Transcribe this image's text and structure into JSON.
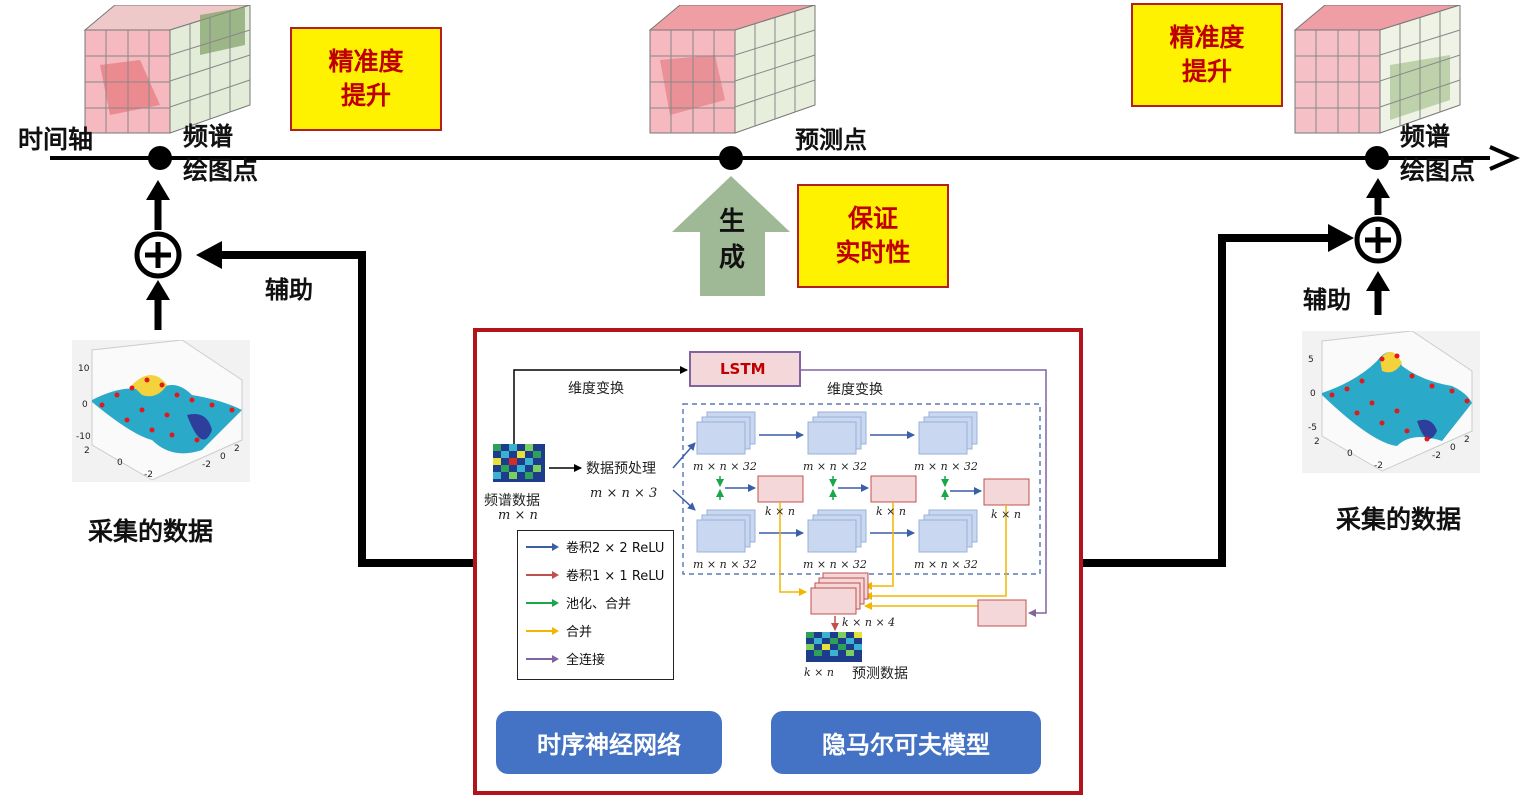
{
  "timeline": {
    "axis_label": "时间轴",
    "predict_point": "预测点"
  },
  "left": {
    "plot_point": "频谱\n绘图点",
    "assist": "辅助",
    "data_caption": "采集的数据"
  },
  "right": {
    "plot_point": "频谱\n绘图点",
    "assist": "辅助",
    "data_caption": "采集的数据"
  },
  "boxes": {
    "accuracy_left": "精准度\n提升",
    "accuracy_right": "精准度\n提升",
    "realtime": "保证\n实时性",
    "generate": "生\n成"
  },
  "model": {
    "lstm": "LSTM",
    "dim_change_1": "维度变换",
    "dim_change_2": "维度变换",
    "preprocess": "数据预处理",
    "preprocess_dim": "m × n × 3",
    "input_label": "频谱数据",
    "input_dim": "m × n",
    "conv_dims": [
      "m × n × 32",
      "m × n × 32",
      "m × n × 32",
      "m × n × 32",
      "m × n × 32",
      "m × n × 32"
    ],
    "pool_dims": [
      "k × n",
      "k × n",
      "k × n"
    ],
    "merge_dim": "k × n × 4",
    "output_dim": "k × n",
    "output_label": "预测数据",
    "pill_left": "时序神经网络",
    "pill_right": "隐马尔可夫模型"
  },
  "legend": [
    {
      "label": "卷积2 × 2 ReLU",
      "color": "#3a5ea8"
    },
    {
      "label": "卷积1 × 1 ReLU",
      "color": "#c0504d"
    },
    {
      "label": "池化、合并",
      "color": "#1aa64a"
    },
    {
      "label": "合并",
      "color": "#f2b600"
    },
    {
      "label": "全连接",
      "color": "#8064a2"
    }
  ],
  "colors": {
    "box_border": "#b3131b",
    "highlight": "#fff200",
    "highlight_text": "#c00000",
    "pill": "#4472c4",
    "generate_arrow": "#9fb996"
  },
  "left_plot": {
    "z_ticks": [
      "10",
      "0",
      "-10"
    ],
    "x_ticks": [
      "2",
      "0",
      "-2"
    ],
    "y_ticks": [
      "-2",
      "0",
      "2"
    ]
  },
  "right_plot": {
    "z_ticks": [
      "5",
      "0",
      "-5"
    ],
    "x_ticks": [
      "2",
      "0",
      "-2"
    ],
    "y_ticks": [
      "-2",
      "0",
      "2"
    ]
  }
}
